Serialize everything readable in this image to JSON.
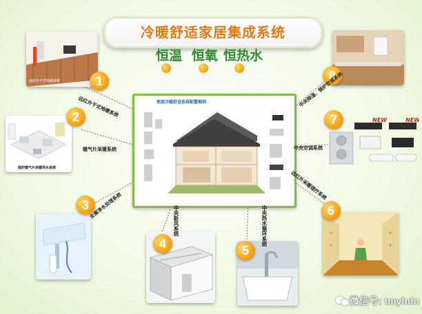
{
  "title": "冷暖舒适家居集成系统",
  "subtitles": [
    "恒温",
    "恒氧",
    "恒热水"
  ],
  "center_panel": {
    "title": "家庭冷暖舒适系统配置图例"
  },
  "systems": [
    {
      "number": "1",
      "label": "远红外干式地暖系统"
    },
    {
      "number": "2",
      "label": "暖气片采暖系统"
    },
    {
      "number": "3",
      "label": "全屋净水处理系统"
    },
    {
      "number": "4",
      "label": "中央新风系统"
    },
    {
      "number": "5",
      "label": "中央热水循环系统"
    },
    {
      "number": "6",
      "label": "远红外采暖理疗系统"
    },
    {
      "number": "7",
      "label": "中央空调系统"
    },
    {
      "number": "8",
      "label": "中央除湿、锅炉空调系统"
    }
  ],
  "thumb_captions": {
    "t1": "远红外干式地暖系统",
    "t2": "锅炉暖气片采暖供水系统"
  },
  "new_tag": "NEW",
  "watermark": "微信号: tmyhdn",
  "colors": {
    "title": "#e07a12",
    "subtitle": "#2f8a2f",
    "badge": "#f5a316",
    "panel_border": "#7fbf3f"
  }
}
